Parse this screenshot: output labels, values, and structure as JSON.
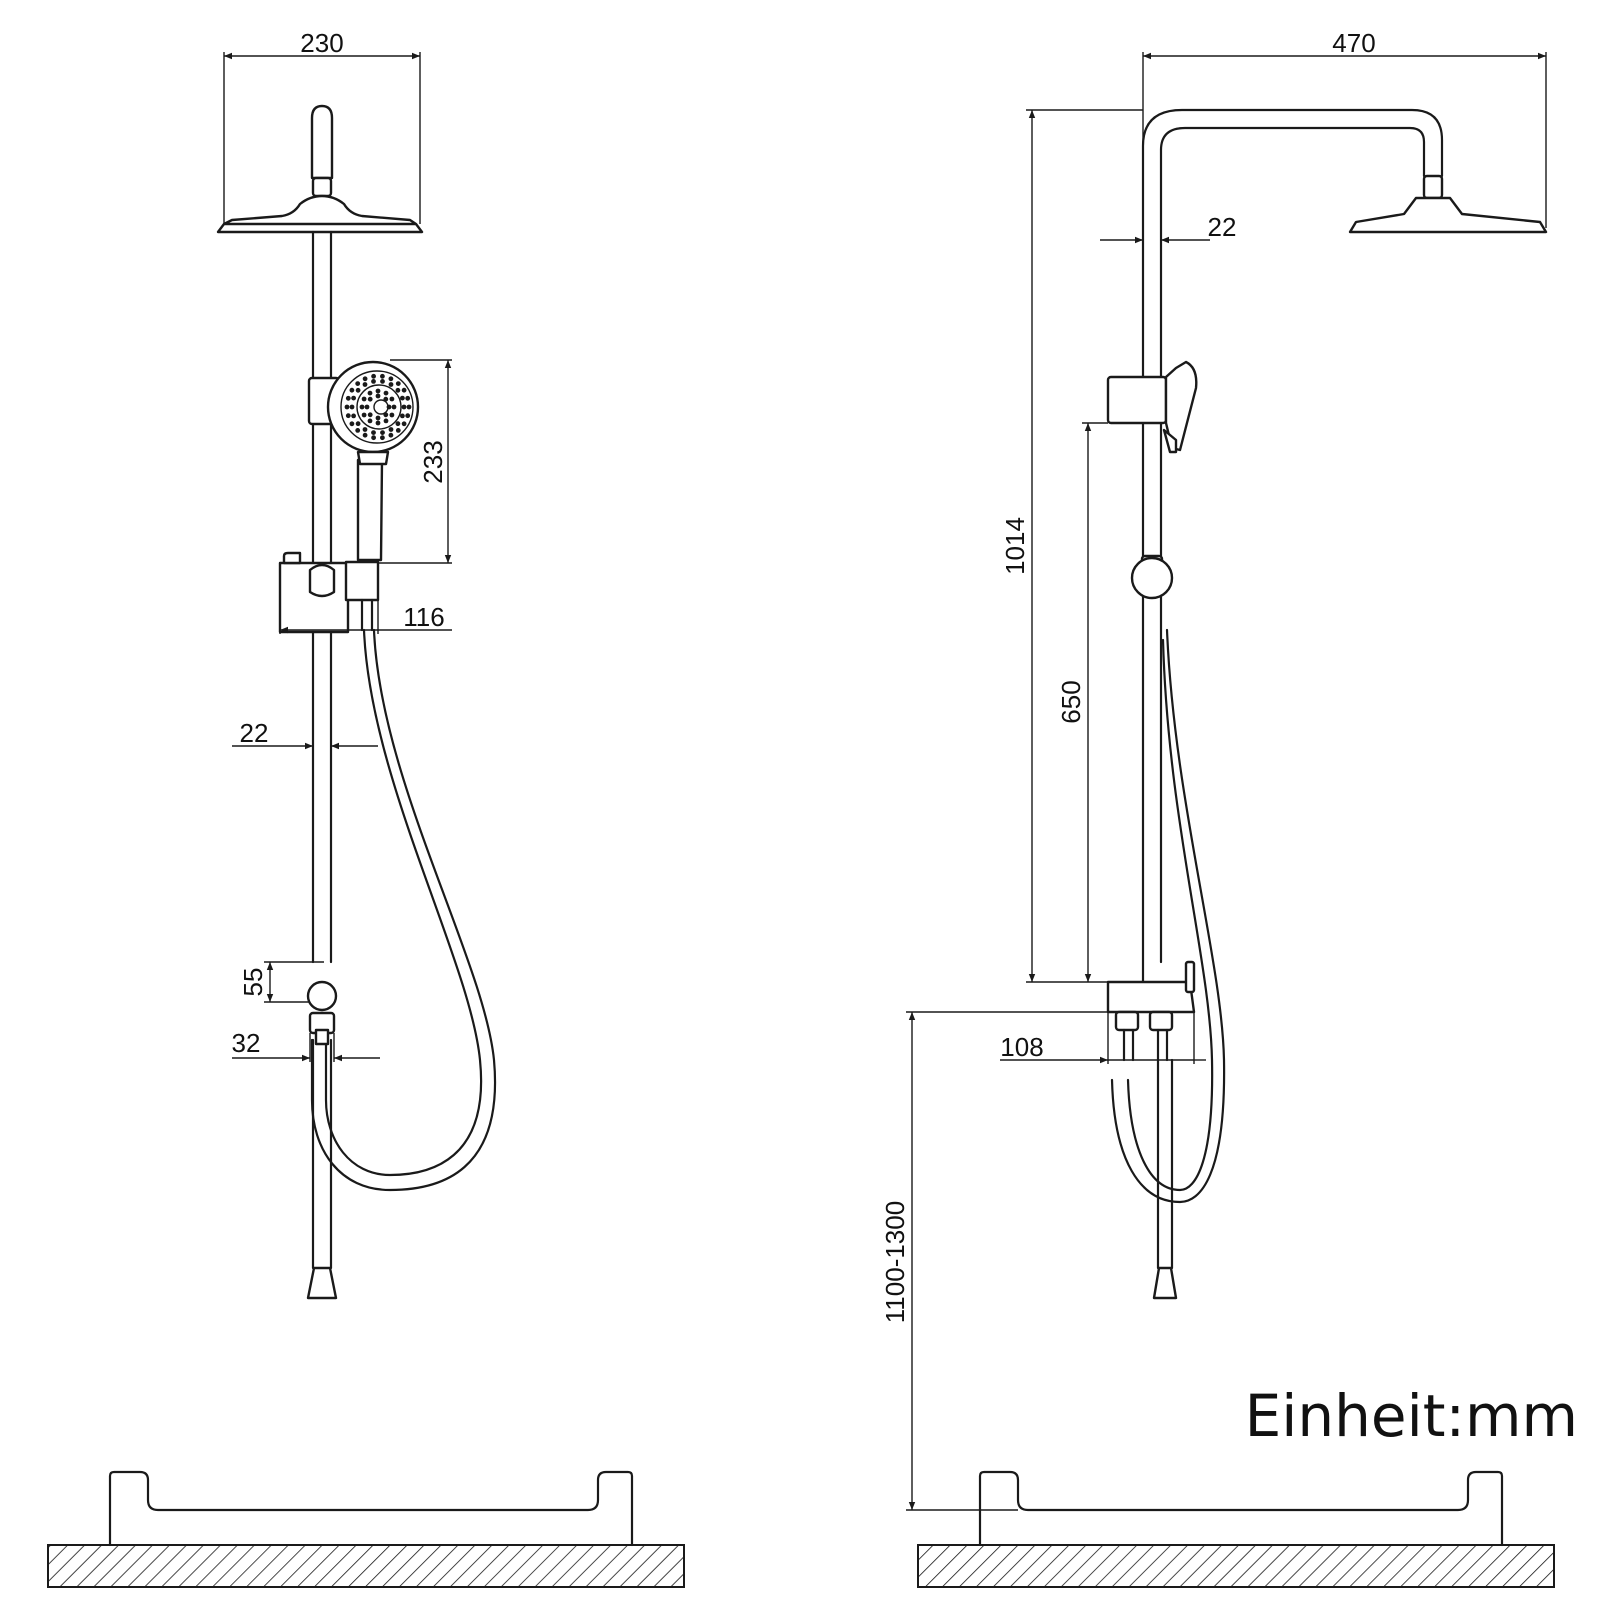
{
  "front_view": {
    "dims": {
      "head_width": "230",
      "hand_shower_height": "233",
      "holder_offset": "116",
      "pipe_diameter": "22",
      "valve_height": "55",
      "valve_diameter": "32"
    }
  },
  "side_view": {
    "dims": {
      "overhead_reach": "470",
      "pipe_diameter": "22",
      "total_height": "1014",
      "slide_bar_height": "650",
      "connector_width": "108",
      "mounting_height": "1100-1300"
    }
  },
  "unit_label": "Einheit:mm",
  "colors": {
    "line": "#1a1a1a",
    "background": "#ffffff",
    "hatch": "#1a1a1a"
  }
}
